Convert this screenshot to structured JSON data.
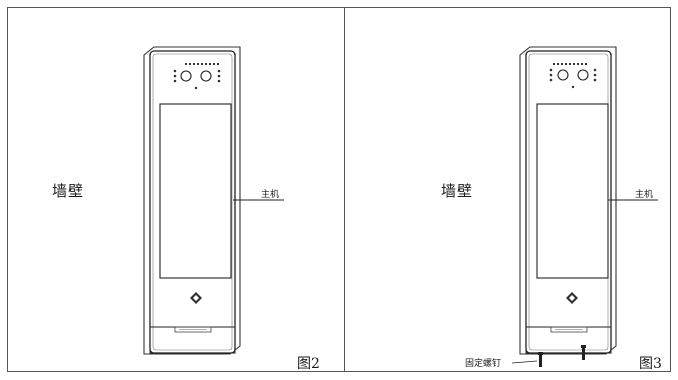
{
  "figures": [
    {
      "wall_label": "墙壁",
      "host_label": "主机",
      "figure_label": "图2"
    },
    {
      "wall_label": "墙壁",
      "host_label": "主机",
      "figure_label": "图3",
      "screw_label": "固定螺钉"
    }
  ]
}
